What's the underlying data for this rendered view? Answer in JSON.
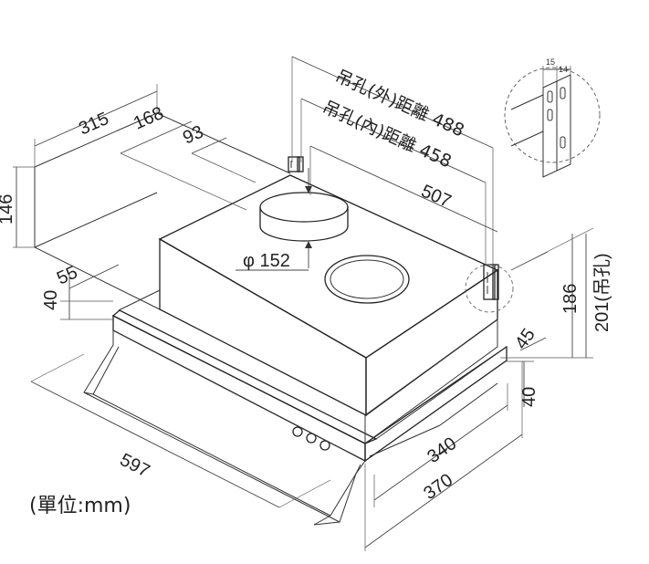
{
  "diagram": {
    "unit_note": "(單位:mm)",
    "dimensions": {
      "total_width": "597",
      "depth": "315",
      "height": "146",
      "duct_offset_168": "168",
      "duct_offset_93": "93",
      "hole_outer_label": "吊孔(外)距離 488",
      "hole_inner_label": "吊孔(內)距離 458",
      "body_width": "507",
      "duct_diameter": "φ 152",
      "front_55": "55",
      "front_40": "40",
      "side_186": "186",
      "side_201": "201(吊孔)",
      "side_45": "45",
      "side_40": "40",
      "bottom_340": "340",
      "bottom_370": "370",
      "detail_15": "15",
      "detail_14": "14"
    }
  }
}
